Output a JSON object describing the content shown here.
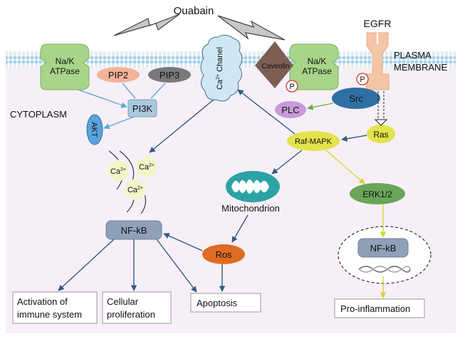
{
  "title": "Ouabain",
  "labels": {
    "egfr": "EGFR",
    "plasma_membrane_1": "PLASMA",
    "plasma_membrane_2": "MEMBRANE",
    "cytoplasm": "CYTOPLASM"
  },
  "nodes": {
    "nak_left_1": "Na/K",
    "nak_left_2": "ATPase",
    "nak_right_1": "Na/K",
    "nak_right_2": "ATPase",
    "caveolin": "Caveolin",
    "pip2": "PIP2",
    "pip3": "PIP3",
    "pi3k": "PI3K",
    "akt": "AKT",
    "ca_channel_a": "Ca",
    "ca_channel_b": "2+",
    "ca_channel_c": " Chanel",
    "p1": "P",
    "p2": "P",
    "src": "Src",
    "plc": "PLC",
    "ras": "Ras",
    "raf_mapk": "Raf-MAPK",
    "mitochondrion": "Mitochondrion",
    "erk": "ERK1/2",
    "nfkb_left": "NF-kB",
    "nfkb_right": "NF-kB",
    "ros": "Ros",
    "ca_ion_base": "Ca",
    "ca_ion_sup": "2+"
  },
  "outcomes": {
    "immune_1": "Activation of",
    "immune_2": "immune system",
    "prolif_1": "Cellular",
    "prolif_2": "proliferation",
    "apoptosis": "Apoptosis",
    "inflammation": "Pro-inflammation"
  },
  "colors": {
    "membrane_blue": "#a9d3ea",
    "cytoplasm_bg": "#f7eff7",
    "atpase_green": "#a8d58a",
    "caveolin_brown": "#7d5e54",
    "pip2_salmon": "#f3b29a",
    "pip3_gray": "#7a7a7a",
    "pi3k_blue": "#aac7dd",
    "akt_blue": "#5aa3dc",
    "src_blue": "#2f6fa3",
    "plc_purple": "#c79ad8",
    "yellow_node": "#e3e34a",
    "teal_mito": "#2ba3a4",
    "erk_green": "#6aa55a",
    "nfkb_gray": "#8fa0b8",
    "ros_orange": "#e06b22",
    "arrow_blue": "#2f5b86",
    "arrow_lightblue": "#5aaad6",
    "arrow_yellow": "#d4d43a",
    "arrow_green": "#6aab47"
  }
}
